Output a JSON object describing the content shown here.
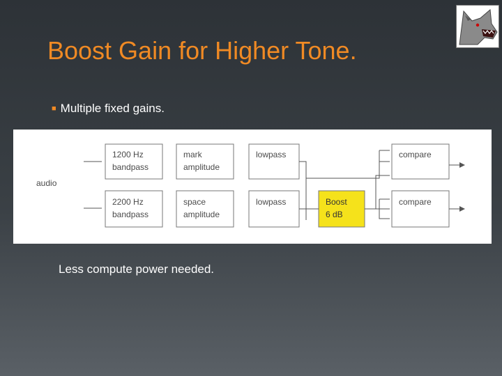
{
  "slide": {
    "title": "Boost Gain for Higher Tone.",
    "bullet": "Multiple fixed gains.",
    "note": "Less compute power needed."
  },
  "diagram": {
    "input_label": "audio",
    "row1": {
      "bandpass": [
        "1200 Hz",
        "bandpass"
      ],
      "amplitude": [
        "mark",
        "amplitude"
      ],
      "lowpass": "lowpass",
      "compare": "compare"
    },
    "row2": {
      "bandpass": [
        "2200 Hz",
        "bandpass"
      ],
      "amplitude": [
        "space",
        "amplitude"
      ],
      "lowpass": "lowpass",
      "boost": [
        "Boost",
        "6 dB"
      ],
      "compare": "compare"
    },
    "boost_color": "#f5e21b"
  }
}
